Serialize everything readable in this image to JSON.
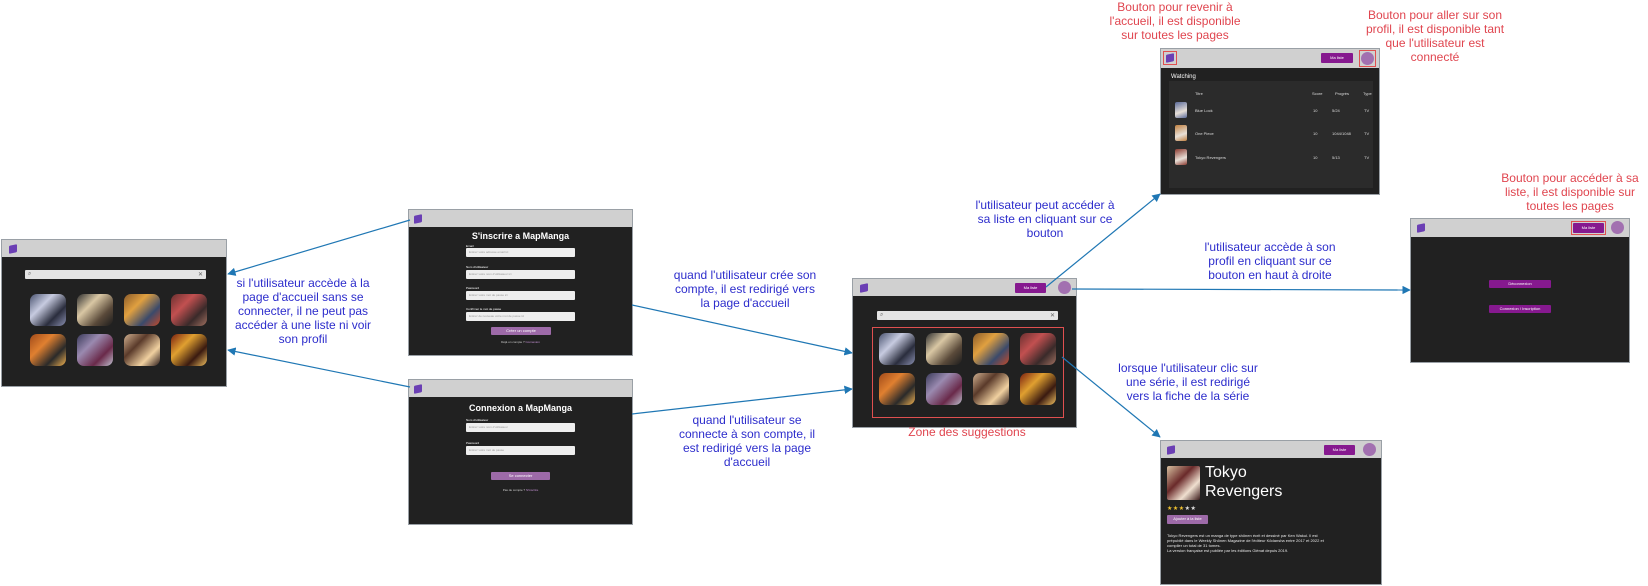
{
  "colors": {
    "arrow": "#1f77b4",
    "note_blue": "#2d2dcc",
    "note_red": "#e0454f",
    "screen_bg": "#212121",
    "topbar": "#d0d0d0",
    "accent": "#86198f",
    "logo": "#6b3fb4"
  },
  "tiles": [
    [
      "#4a5370",
      "#c7cbe0",
      "#2a2d3d",
      "#8a8fb0"
    ],
    [
      "#2e2e2e",
      "#d9c7a4",
      "#5a4a3a",
      "#1d1d1d"
    ],
    [
      "#8a5a2a",
      "#e0a040",
      "#3b4a6b",
      "#c24a2a"
    ],
    [
      "#6a3030",
      "#c25050",
      "#3a2a2a",
      "#a07060"
    ],
    [
      "#a04a1a",
      "#e08030",
      "#2a2a2a",
      "#f0b050"
    ],
    [
      "#3a3a5a",
      "#9a8ab0",
      "#6a2a4a",
      "#c0c0d0"
    ],
    [
      "#d0b090",
      "#5a3a2a",
      "#f0d0a0",
      "#2a1a1a"
    ],
    [
      "#7a2010",
      "#e0a030",
      "#3a1a10",
      "#f0c060"
    ]
  ],
  "home": {
    "search_icon": "search-icon",
    "clear_icon": "close-icon"
  },
  "signup": {
    "title": "S'inscrire a MapManga",
    "fields": [
      {
        "label": "Email",
        "placeholder": "Entrez votre adresse email ici"
      },
      {
        "label": "Nom d'utilisateur",
        "placeholder": "Entrez votre nom d'utilisateur ici"
      },
      {
        "label": "Password",
        "placeholder": "Entrez votre mot de passe ici"
      },
      {
        "label": "Confirmer le mot de passe",
        "placeholder": "Entrez de nouveau votre mot de passe ici"
      }
    ],
    "button": "Créer un compte",
    "footer_text": "Déjà un compte ?",
    "footer_link": "Connexion"
  },
  "login": {
    "title": "Connexion a MapManga",
    "fields": [
      {
        "label": "Nom d'utilisateur",
        "placeholder": "Entrez votre nom d'utilisateur"
      },
      {
        "label": "Password",
        "placeholder": "Entrez votre mot de passe"
      }
    ],
    "button": "Se connecter",
    "footer_text": "Pas de compte ?",
    "footer_link": "S'inscrire"
  },
  "header": {
    "list_button": "Ma liste"
  },
  "list_page": {
    "title": "Watching",
    "headers": [
      "Titre",
      "Score",
      "Progrès",
      "Type"
    ],
    "rows": [
      {
        "title": "Blue Lock",
        "score": "10",
        "progress": "5/24",
        "type": "TV",
        "thumb": "#5a6a9a"
      },
      {
        "title": "One Piece",
        "score": "10",
        "progress": "1044/1048",
        "type": "TV",
        "thumb": "#c08040"
      },
      {
        "title": "Tokyo Revengers",
        "score": "10",
        "progress": "5/13",
        "type": "TV",
        "thumb": "#8a3a30"
      }
    ]
  },
  "profile_page": {
    "logout": "Déconnexion",
    "connect": "Connexion / Inscription"
  },
  "series_page": {
    "title": "Tokyo Revengers",
    "stars_on": "★★★",
    "stars_off": "★★",
    "add_button": "Ajouter à la liste",
    "description": "Tokyo Revengers est un manga de type shōnen écrit et dessiné par Ken Wakui. Il est\nprépublié dans le Weekly Shōnen Magazine de l'éditeur Kōdansha entre 2017 et 2022 et\ncompiler un total de 31 tomes.\nLa version française est publiée par les éditions Glénat depuis 2019."
  },
  "notes": {
    "home_note": "si l'utilisateur accède à la\npage d'accueil sans se\nconnecter, il ne peut pas\naccéder à une liste ni voir\nson profil",
    "signup_note": "quand l'utilisateur crée son\ncompte, il est redirigé vers\nla page d'accueil",
    "login_note": "quand l'utilisateur se\nconnecte à son compte, il\nest redirigé vers la page\nd'accueil",
    "list_note": "l'utilisateur peut accéder à\nsa liste en cliquant sur ce\nbouton",
    "profile_note": "l'utilisateur accède à son\nprofil en cliquant sur ce\nbouton en haut à droite",
    "series_note": "lorsque l'utilisateur clic sur\nune série, il est redirigé\nvers la fiche de la série",
    "zone_label": "Zone des suggestions",
    "home_button_note": "Bouton pour revenir à\nl'accueil, il est disponible\nsur toutes les pages",
    "avatar_note": "Bouton pour aller sur son\nprofil, il est disponible tant\nque l'utilisateur est\nconnecté",
    "list_button_note": "Bouton pour accéder à sa\nliste, il est disponible sur\ntoutes les pages"
  }
}
